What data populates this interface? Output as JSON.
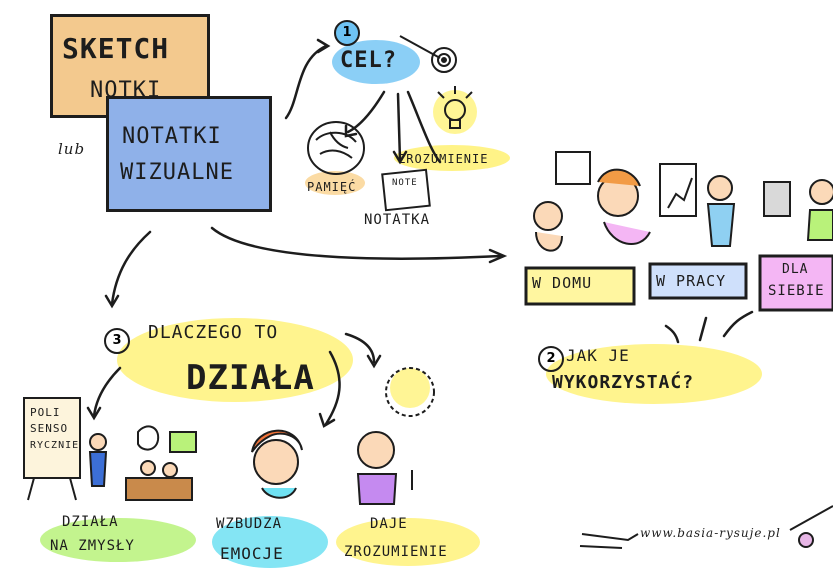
{
  "title": {
    "line1": "SKETCH",
    "line2": "NOTKI",
    "connector": "lub",
    "line3": "NOTATKI",
    "line4": "WIZUALNE"
  },
  "section1": {
    "number": "1",
    "heading": "CEL?",
    "items": {
      "memory": "PAMIĘĆ",
      "understanding": "ZROZUMIENIE",
      "note": "NOTATKA",
      "note_card": "NOTE"
    }
  },
  "section2": {
    "number": "2",
    "contexts": {
      "home": "W DOMU",
      "work": "W PRACY",
      "self_line1": "DLA",
      "self_line2": "SIEBIE"
    },
    "question_line1": "JAK JE",
    "question_line2": "WYKORZYSTAĆ?"
  },
  "section3": {
    "number": "3",
    "heading_line1": "DLACZEGO TO",
    "heading_line2": "DZIAŁA",
    "board_line1": "POLI",
    "board_line2": "SENSO",
    "board_line3": "RYCZNIE",
    "reason1_line1": "DZIAŁA",
    "reason1_line2": "NA ZMYSŁY",
    "reason2_line1": "WZBUDZA",
    "reason2_line2": "EMOCJE",
    "reason3_line1": "DAJE",
    "reason3_line2": "ZROZUMIENIE"
  },
  "footer": {
    "url": "www.basia-rysuje.pl"
  },
  "colors": {
    "orange": "#f3c98e",
    "blue": "#8fb1e9",
    "highlight_yellow": "#fff27a",
    "highlight_cyan": "#6fe1f2",
    "highlight_green": "#b9f27a",
    "highlight_pink": "#f4b6f4",
    "ink": "#1d1d1d"
  }
}
